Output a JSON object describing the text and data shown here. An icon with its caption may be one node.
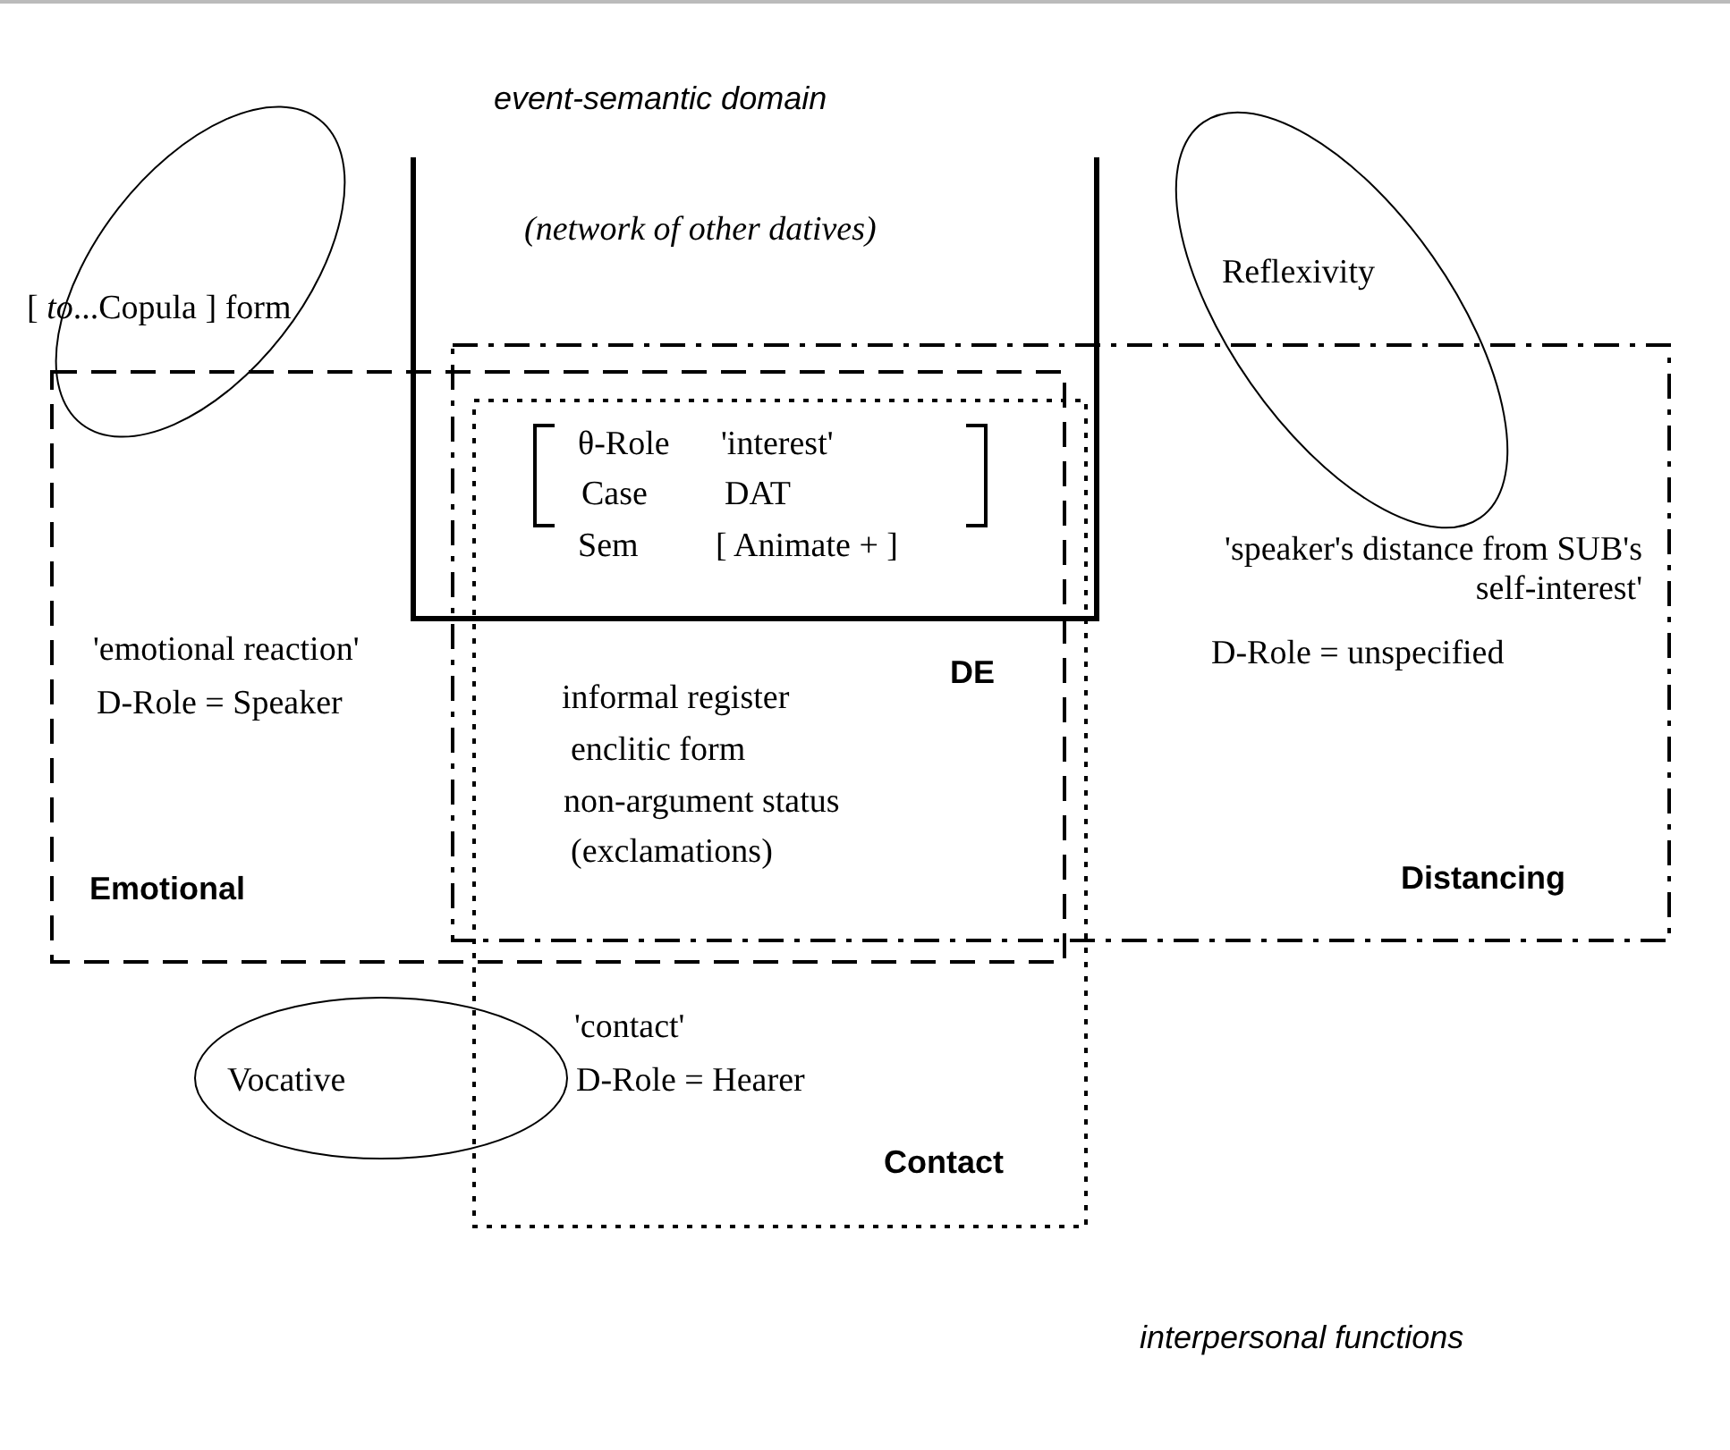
{
  "diagram": {
    "nodes": [
      {
        "text": [
          "event-semantic domain",
          "(network of other datives)"
        ]
      },
      {
        "text": [
          "'emotional reaction'",
          "D-Role = Speaker",
          "Emotional"
        ]
      },
      {
        "text": [
          "'speaker's distance from SUB's self-interest'",
          "D-Role =  unspecified",
          "Distancing"
        ]
      },
      {
        "text": [
          "'contact'",
          "D-Role = Hearer",
          "Contact"
        ]
      },
      {
        "text": [
          "[ *to*...Copula ] form"
        ]
      },
      {
        "text": [
          "Reflexivity"
        ]
      },
      {
        "text": [
          "Vocative"
        ]
      }
    ],
    "labels": [
      "θ-Role",
      "'interest'",
      "Case",
      "DAT",
      "Sem",
      "[ Animate + ]",
      "DE",
      "informal register",
      "enclitic form",
      "non-argument status",
      "(exclamations)",
      "interpersonal functions"
    ]
  }
}
